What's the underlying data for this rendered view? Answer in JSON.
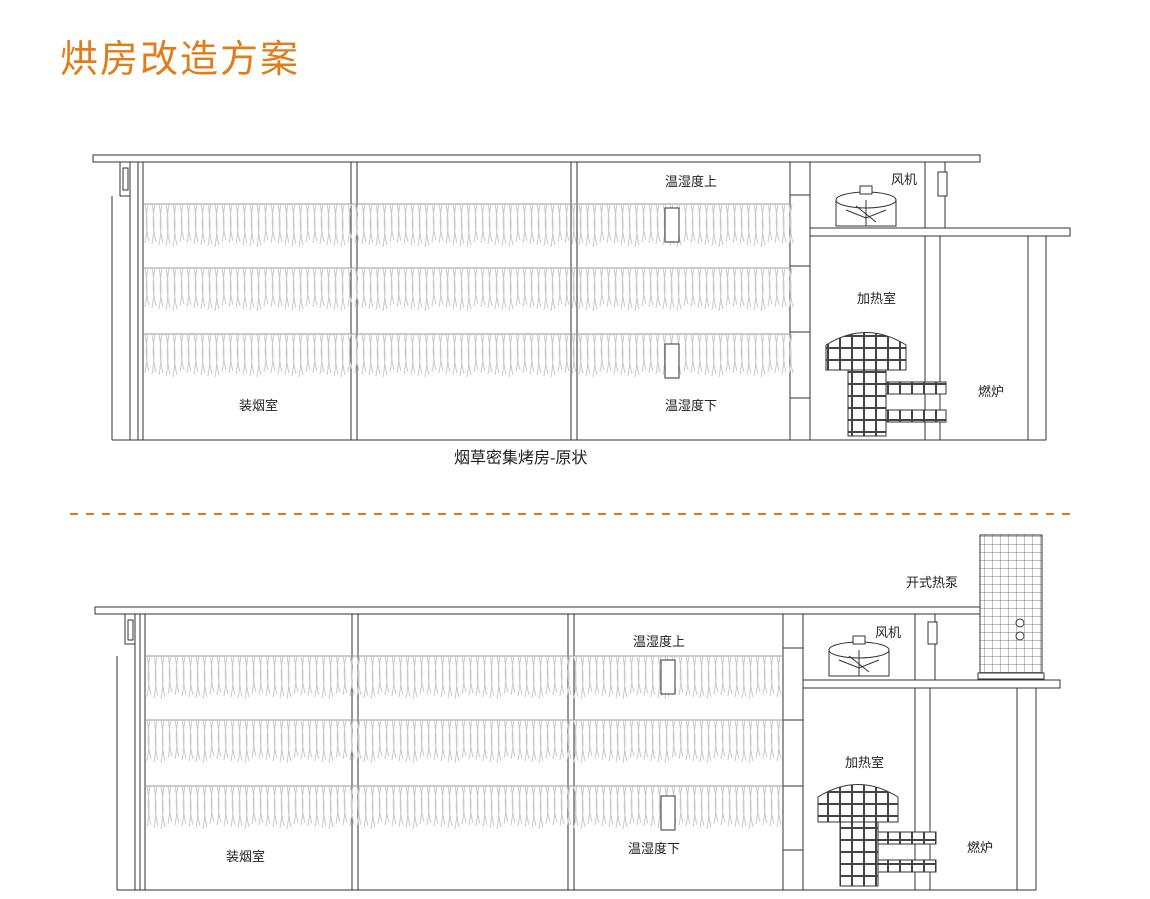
{
  "title": "烘房改造方案",
  "colors": {
    "accent": "#e07d1a",
    "line": "#333333",
    "leaf": "#c9c9c9"
  },
  "diagram_top": {
    "caption": "烟草密集烤房-原状",
    "labels": {
      "loading_room": "装烟室",
      "temp_humidity_upper": "温湿度上",
      "temp_humidity_lower": "温湿度下",
      "fan": "风机",
      "heating_room": "加热室",
      "furnace": "燃炉"
    }
  },
  "diagram_bottom": {
    "labels": {
      "loading_room": "装烟室",
      "temp_humidity_upper": "温湿度上",
      "temp_humidity_lower": "温湿度下",
      "fan": "风机",
      "heating_room": "加热室",
      "furnace": "燃炉",
      "heat_pump": "开式热泵"
    }
  }
}
